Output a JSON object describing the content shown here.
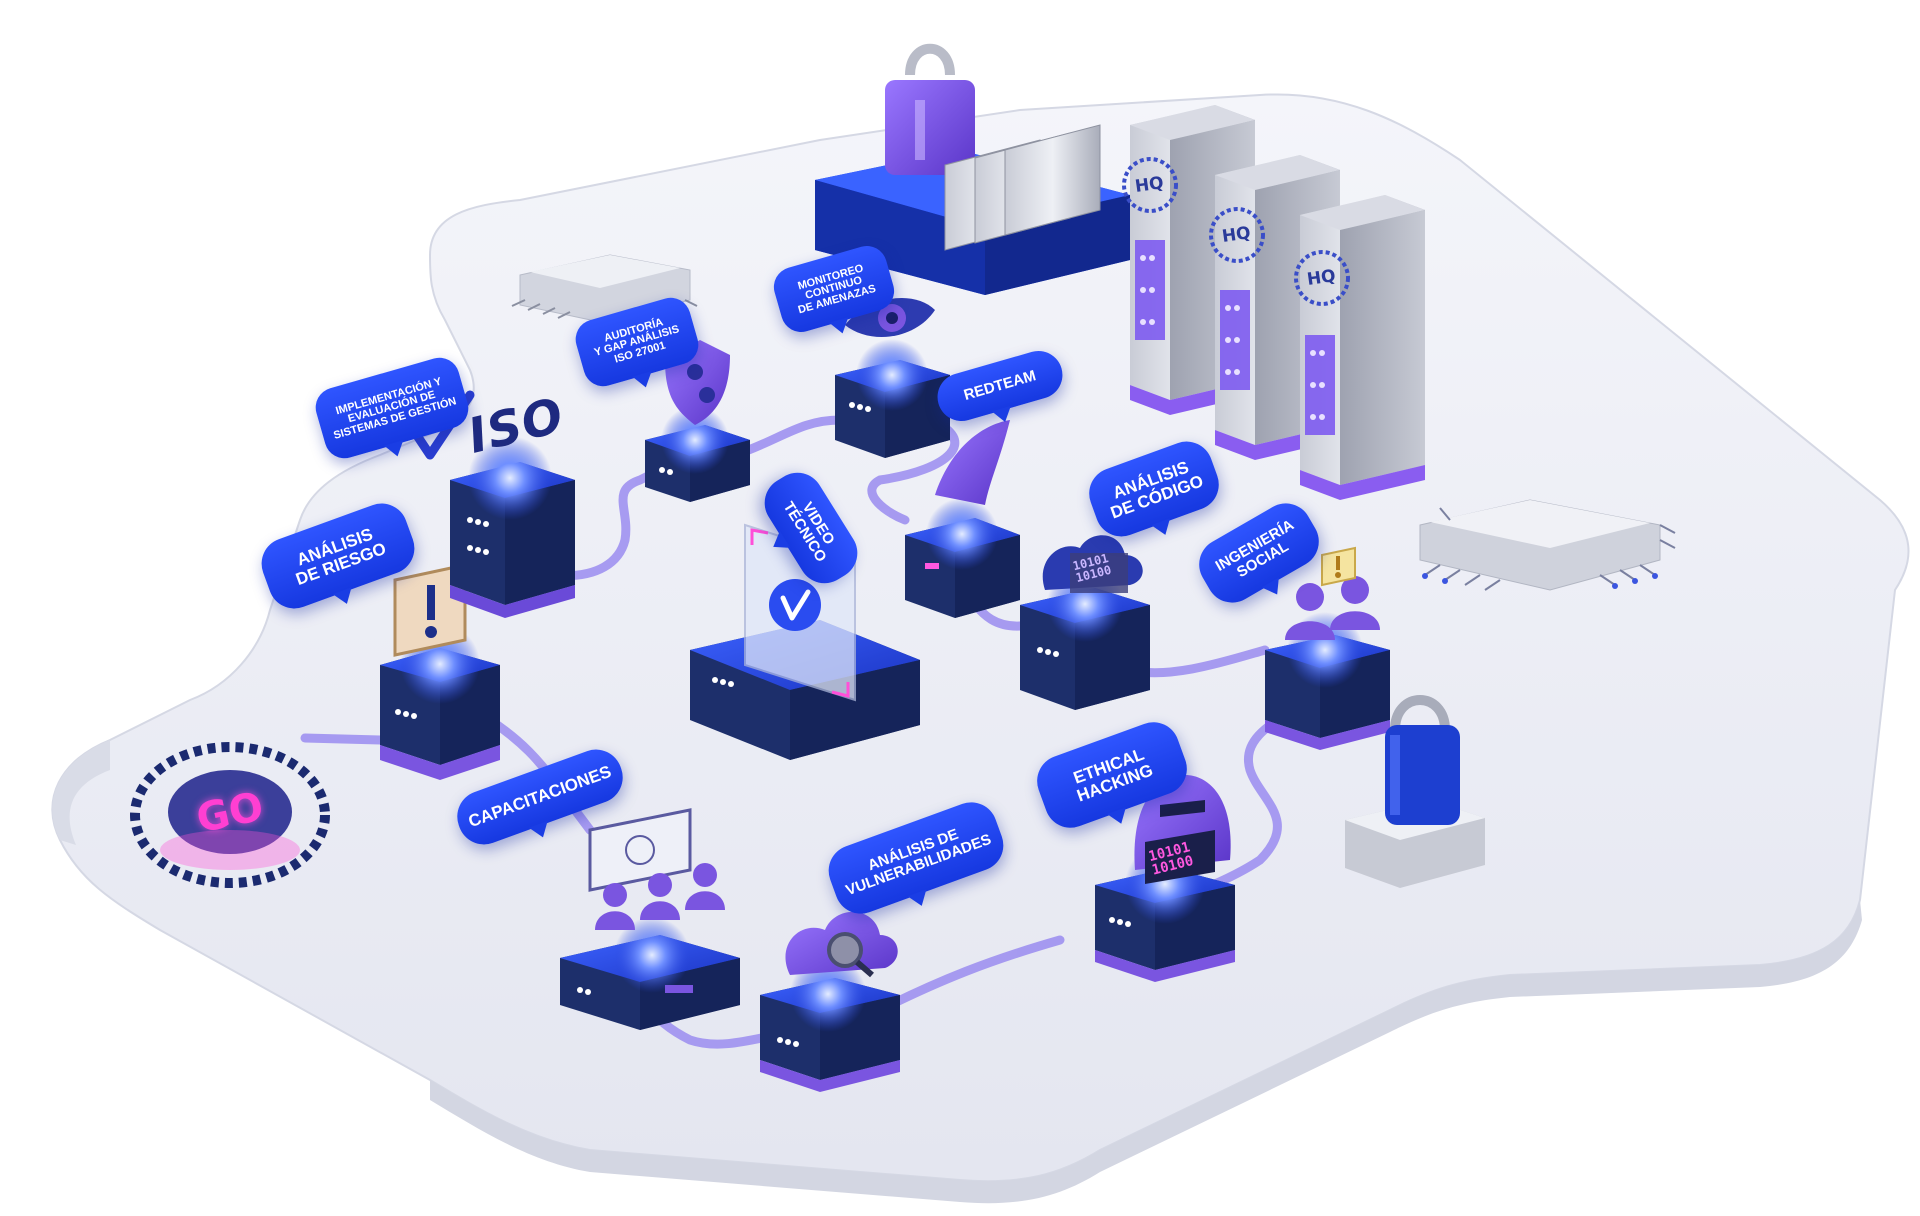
{
  "labels": {
    "implementacion": "IMPLEMENTACIÓN Y\nEVALUACIÓN DE\nSISTEMAS DE GESTIÓN",
    "auditoria": "AUDITORÍA\nY GAP ANÁLISIS\nISO 27001",
    "monitoreo": "MONITOREO\nCONTINUO\nDE AMENAZAS",
    "redteam": "REDTEAM",
    "analisis_riesgo": "ANÁLISIS\nDE RIESGO",
    "video_tecnico": "VIDEO TÉCNICO",
    "analisis_codigo": "ANÁLISIS\nDE CÓDIGO",
    "ingenieria_social": "INGENIERÍA\nSOCIAL",
    "capacitaciones": "CAPACITACIONES",
    "ethical_hacking": "ETHICAL\nHACKING",
    "analisis_vulnerabilidades": "ANÁLISIS DE\nVULNERABILIDADES"
  },
  "logos": {
    "iso": "ISO",
    "go": "GO",
    "hq": "HQ",
    "binary_code": "10101\n10100",
    "binary_hacker": "10101\n10100"
  },
  "colors": {
    "accent_blue": "#1f45f0",
    "server_navy": "#1d2f6b",
    "glow": "#6a8dff",
    "purple": "#7a55e0",
    "magenta": "#ff3fd2",
    "platform": "#eceef6"
  },
  "icons": {
    "node_1": "alert-icon",
    "node_2": "iso-check-icon",
    "node_3": "shield-icon",
    "node_4": "eye-icon",
    "node_5": "shark-fin-icon",
    "node_6": "cloud-code-icon",
    "node_7": "people-alert-icon",
    "node_8": "training-icon",
    "node_9": "cloud-search-icon",
    "node_10": "hacker-icon",
    "padlock": "padlock-icon",
    "vimeo": "vimeo-icon"
  }
}
